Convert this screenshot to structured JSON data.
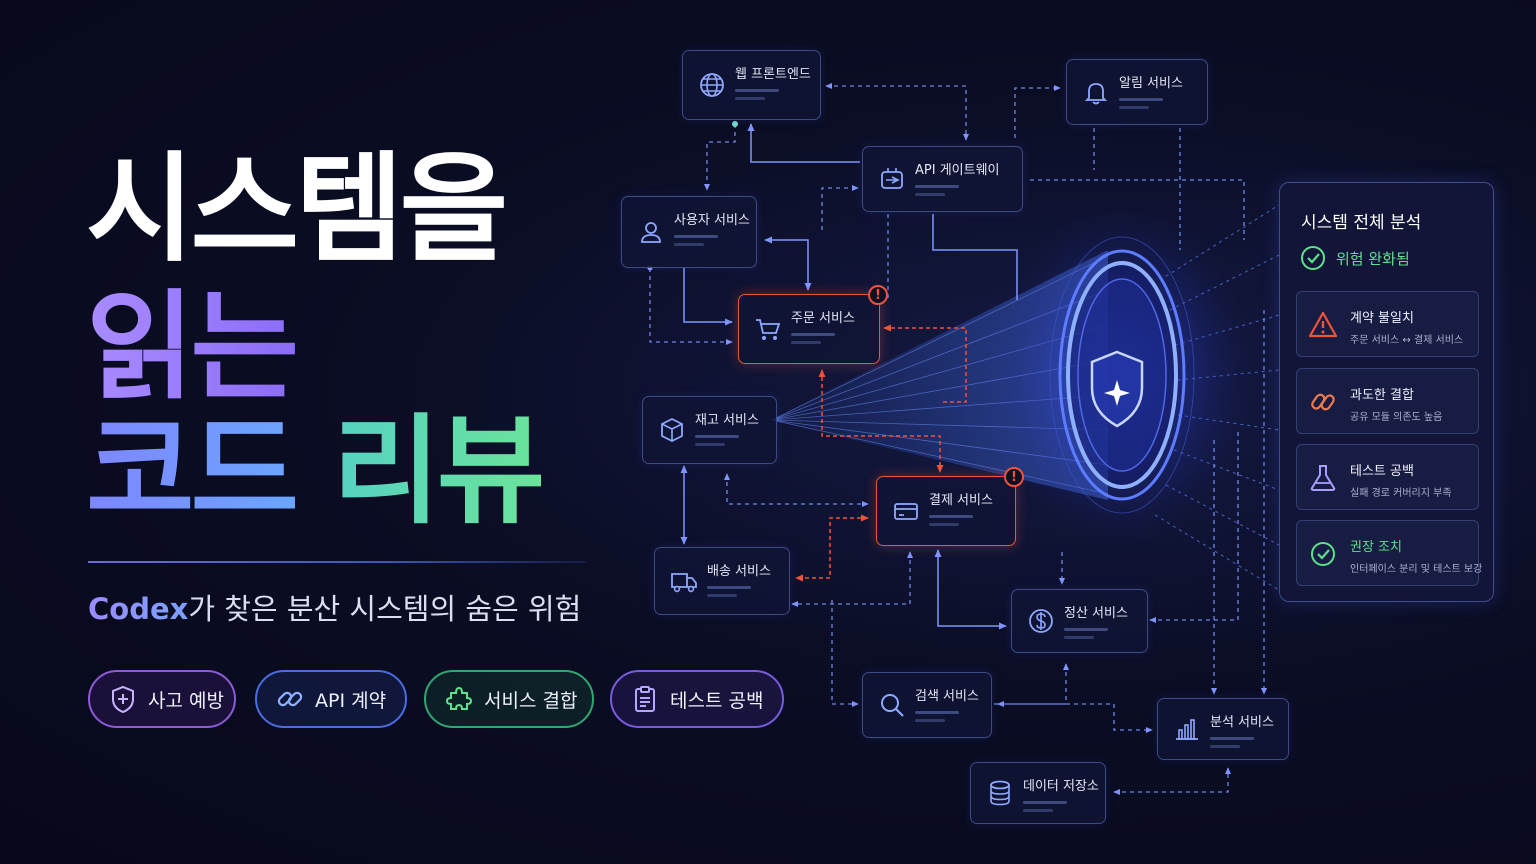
{
  "hero": {
    "line1": "시스템을",
    "line2": "읽는",
    "line3a": "코드",
    "line3b": "리뷰",
    "subtitle_brand": "Codex",
    "subtitle_rest": "가 찾은 분산 시스템의 숨은 위험"
  },
  "chips": [
    {
      "label": "사고 예방",
      "icon": "shield-plus-icon"
    },
    {
      "label": "API 계약",
      "icon": "link-icon"
    },
    {
      "label": "서비스 결합",
      "icon": "puzzle-icon"
    },
    {
      "label": "테스트 공백",
      "icon": "clipboard-icon"
    }
  ],
  "nodes": {
    "web": {
      "label": "웹 프론트엔드",
      "icon": "globe-icon"
    },
    "gateway": {
      "label": "API 게이트웨이",
      "icon": "plug-icon"
    },
    "notify": {
      "label": "알림 서비스",
      "icon": "bell-icon"
    },
    "user": {
      "label": "사용자 서비스",
      "icon": "user-icon"
    },
    "order": {
      "label": "주문 서비스",
      "icon": "cart-icon",
      "alert": true
    },
    "inventory": {
      "label": "재고 서비스",
      "icon": "box-icon"
    },
    "payment": {
      "label": "결제 서비스",
      "icon": "card-icon",
      "alert": true
    },
    "shipping": {
      "label": "배송 서비스",
      "icon": "truck-icon"
    },
    "settlement": {
      "label": "정산 서비스",
      "icon": "dollar-icon"
    },
    "search": {
      "label": "검색 서비스",
      "icon": "search-icon"
    },
    "analytics": {
      "label": "분석 서비스",
      "icon": "bar-chart-icon"
    },
    "datastore": {
      "label": "데이터 저장소",
      "icon": "database-icon"
    }
  },
  "panel": {
    "title": "시스템 전체 분석",
    "status": "위험 완화됨",
    "cards": [
      {
        "title": "계약 불일치",
        "desc": "주문 서비스 ↔ 결제 서비스",
        "icon": "warning-icon"
      },
      {
        "title": "과도한 결합",
        "desc": "공유 모듈 의존도 높음",
        "icon": "link-icon"
      },
      {
        "title": "테스트 공백",
        "desc": "실패 경로 커버리지 부족",
        "icon": "flask-icon"
      },
      {
        "title": "권장 조치",
        "desc": "인터페이스 분리 및 테스트 보강",
        "icon": "check-circle-icon"
      }
    ]
  },
  "colors": {
    "background": "#0b0d24",
    "accent_purple": "#9b8cff",
    "accent_green": "#5fe08d",
    "alert_red": "#e8553f",
    "node_border": "#3c4a86"
  }
}
